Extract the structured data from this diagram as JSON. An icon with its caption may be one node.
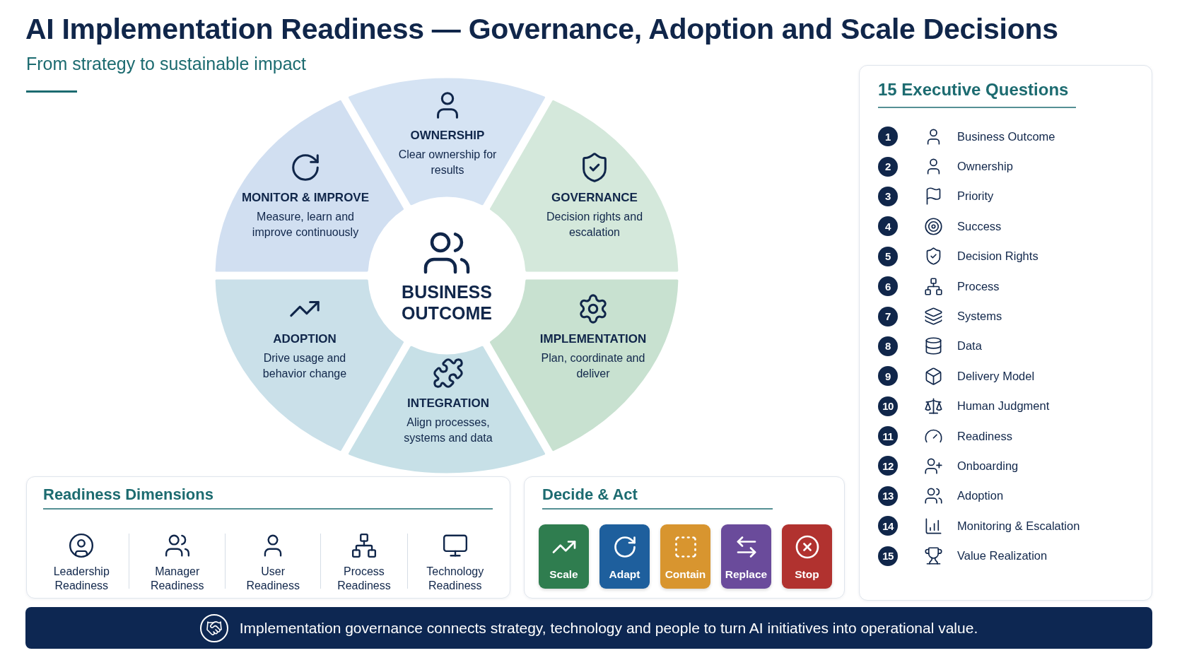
{
  "diagram": {
    "title": "AI Implementation Readiness — Governance, Adoption and Scale Decisions",
    "nodes": [
      {
        "text": [
          "BUSINESS OUTCOME"
        ]
      },
      {
        "text": [
          "OWNERSHIP",
          "Clear ownership for results"
        ]
      },
      {
        "text": [
          "GOVERNANCE",
          "Decision rights and escalation"
        ]
      },
      {
        "text": [
          "IMPLEMENTATION",
          "Plan, coordinate and deliver"
        ]
      },
      {
        "text": [
          "INTEGRATION",
          "Align processes, systems and data"
        ]
      },
      {
        "text": [
          "ADOPTION",
          "Drive usage and behavior change"
        ]
      },
      {
        "text": [
          "MONITOR & IMPROVE",
          "Measure, learn and improve continuously"
        ]
      },
      {
        "text": [
          "Readiness Dimensions"
        ]
      },
      {
        "text": [
          "Leadership Readiness"
        ],
        "in": 7
      },
      {
        "text": [
          "Manager Readiness"
        ],
        "in": 7
      },
      {
        "text": [
          "User Readiness"
        ],
        "in": 7
      },
      {
        "text": [
          "Process Readiness"
        ],
        "in": 7
      },
      {
        "text": [
          "Technology Readiness"
        ],
        "in": 7
      },
      {
        "text": [
          "Decide & Act"
        ]
      },
      {
        "text": [
          "Scale"
        ],
        "in": 13
      },
      {
        "text": [
          "Adapt"
        ],
        "in": 13
      },
      {
        "text": [
          "Contain"
        ],
        "in": 13
      },
      {
        "text": [
          "Replace"
        ],
        "in": 13
      },
      {
        "text": [
          "Stop"
        ],
        "in": 13
      },
      {
        "text": [
          "15 Executive Questions"
        ]
      },
      {
        "text": [
          "1",
          "Business Outcome"
        ],
        "in": 19
      },
      {
        "text": [
          "2",
          "Ownership"
        ],
        "in": 19
      },
      {
        "text": [
          "3",
          "Priority"
        ],
        "in": 19
      },
      {
        "text": [
          "4",
          "Success"
        ],
        "in": 19
      },
      {
        "text": [
          "5",
          "Decision Rights"
        ],
        "in": 19
      },
      {
        "text": [
          "6",
          "Process"
        ],
        "in": 19
      },
      {
        "text": [
          "7",
          "Systems"
        ],
        "in": 19
      },
      {
        "text": [
          "8",
          "Data"
        ],
        "in": 19
      },
      {
        "text": [
          "9",
          "Delivery Model"
        ],
        "in": 19
      },
      {
        "text": [
          "10",
          "Human Judgment"
        ],
        "in": 19
      },
      {
        "text": [
          "11",
          "Readiness"
        ],
        "in": 19
      },
      {
        "text": [
          "12",
          "Onboarding"
        ],
        "in": 19
      },
      {
        "text": [
          "13",
          "Adoption"
        ],
        "in": 19
      },
      {
        "text": [
          "14",
          "Monitoring & Escalation"
        ],
        "in": 19
      },
      {
        "text": [
          "15",
          "Value Realization"
        ],
        "in": 19
      },
      {
        "text": [
          "Implementation governance connects strategy, technology and people to turn AI initiatives into operational value."
        ]
      }
    ],
    "labels": [
      "From strategy to sustainable impact"
    ]
  }
}
